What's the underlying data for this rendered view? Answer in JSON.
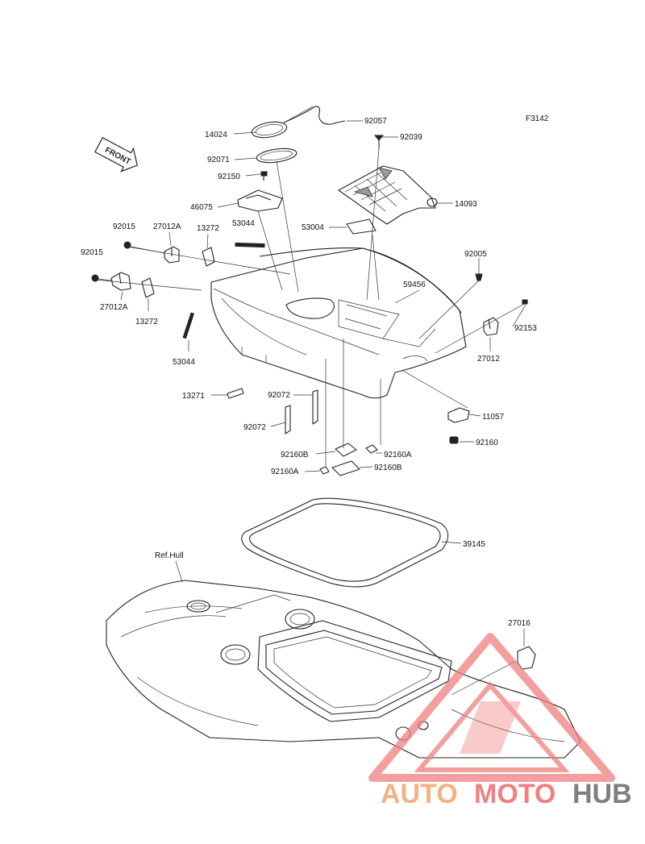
{
  "diagram_code": "F3142",
  "front_label": "FRONT",
  "ref_label": "Ref.Hull",
  "parts": {
    "p14024": "14024",
    "p92057": "92057",
    "p92039": "92039",
    "p92071": "92071",
    "p92150": "92150",
    "p14093": "14093",
    "p46075": "46075",
    "p53044_top": "53044",
    "p53004": "53004",
    "p92015_top": "92015",
    "p27012A_top": "27012A",
    "p13272_top": "13272",
    "p92015_left": "92015",
    "p27012A_left": "27012A",
    "p13272_left": "13272",
    "p92005": "92005",
    "p59456": "59456",
    "p92153": "92153",
    "p27012": "27012",
    "p53044_left": "53044",
    "p13271": "13271",
    "p92072_right": "92072",
    "p92072_left": "92072",
    "p11057": "11057",
    "p92160": "92160",
    "p92160B_top": "92160B",
    "p92160A_top": "92160A",
    "p92160A_bottom": "92160A",
    "p92160B_bottom": "92160B",
    "p39145": "39145",
    "p27016": "27016"
  },
  "watermark": {
    "text_auto": "AUTO",
    "text_moto": "MOTO",
    "text_hub": "HUB",
    "color_auto": "#f4b183",
    "color_moto": "#f08080",
    "color_hub": "#7f7f7f",
    "triangle_color": "#f08080"
  }
}
